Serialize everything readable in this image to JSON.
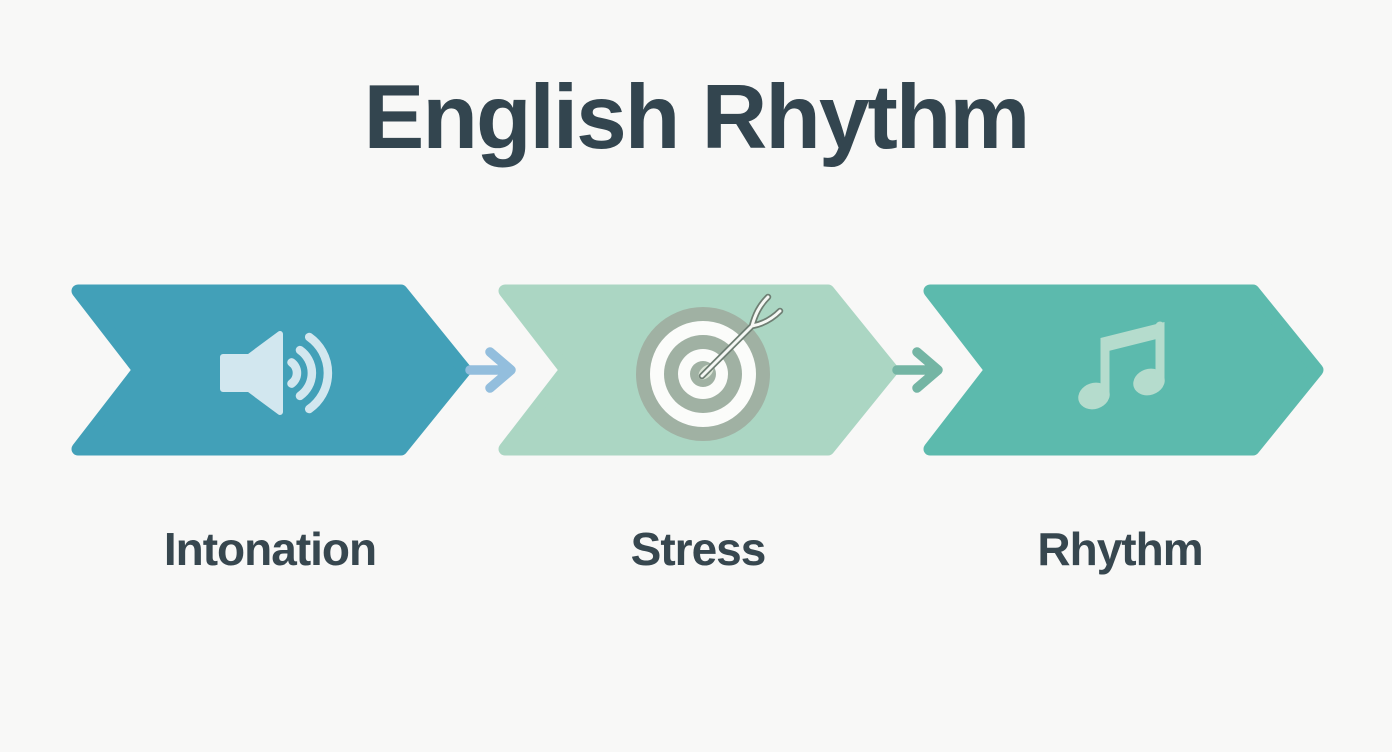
{
  "title": "English Rhythm",
  "steps": [
    {
      "label": "Intonation",
      "icon": "speaker-icon"
    },
    {
      "label": "Stress",
      "icon": "target-icon"
    },
    {
      "label": "Rhythm",
      "icon": "music-note-icon"
    }
  ],
  "connectors": [
    {
      "name": "arrow-intonation-to-stress",
      "direction": "right"
    },
    {
      "name": "arrow-stress-to-rhythm",
      "direction": "right"
    }
  ],
  "colors": {
    "background": "#f8f8f7",
    "title_text": "#33454f",
    "label_text": "#37474f",
    "chevron_intonation": "#42a0b8",
    "chevron_stress": "#abd6c3",
    "chevron_rhythm": "#5cbaad",
    "speaker_icon": "#d2e7ef",
    "target_ring": "#a0b1a3",
    "target_white": "#fbfcfa",
    "dart_outline": "#6e7e73",
    "dart_fill": "#f6f8f5",
    "dart_hit": "#dce6d8",
    "music_note": "#b5dccd",
    "arrow_intonation_stress": "#93bedd",
    "arrow_stress_rhythm": "#74b5a4"
  }
}
